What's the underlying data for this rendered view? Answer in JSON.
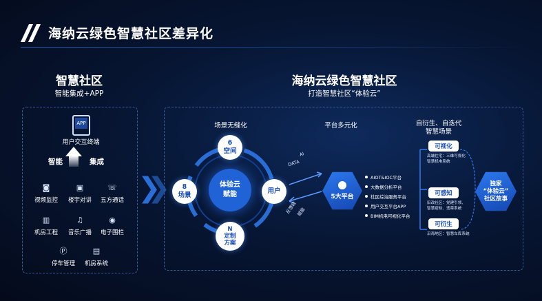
{
  "title": "海纳云绿色智慧社区差异化",
  "left": {
    "heading": "智慧社区",
    "subheading": "智能集成+APP",
    "tablet_label": "APP",
    "terminal": "用户交互终端",
    "label_left": "智能",
    "label_right": "集成",
    "items": [
      {
        "icon": "camera-icon",
        "label": "视频监控"
      },
      {
        "icon": "intercom-icon",
        "label": "楼宇对讲"
      },
      {
        "icon": "phone-icon",
        "label": "五方通话"
      },
      {
        "icon": "building-icon",
        "label": "机房工程"
      },
      {
        "icon": "speaker-icon",
        "label": "音乐广播"
      },
      {
        "icon": "fence-icon",
        "label": "电子围栏"
      },
      {
        "icon": "parking-icon",
        "label": "停车管理"
      },
      {
        "icon": "server-icon",
        "label": "机房系统"
      }
    ]
  },
  "right": {
    "heading": "海纳云绿色智慧社区",
    "subheading": "打造智慧社区“体验云”",
    "sections": [
      "场景无缝化",
      "平台多元化",
      "自衍生、自迭代\n智慧场景"
    ],
    "cycle": {
      "center": "体验云\n赋能",
      "top": "6\n空间",
      "left": "8\n场景",
      "right": "用户",
      "bottom": "N\n定制\n方案"
    },
    "flow_up": [
      "AI",
      "DATA"
    ],
    "flow_down": [
      "反馈链",
      "赋能"
    ],
    "platform": "5大平台",
    "platforms": [
      "AIOT&IOC平台",
      "大数据分析平台",
      "社区综治服务平台",
      "用户交互平台APP",
      "BIM机电可视化平台"
    ],
    "capabilities": [
      {
        "label": "可视化",
        "desc": "高端住宅：三维可视化\n智慧机电系统"
      },
      {
        "label": "可感知",
        "desc": "旧改社区：党建引领、\n智慧疫标、违章系统"
      },
      {
        "label": "可衍生",
        "desc": "沿海地区：智慧车库系统"
      }
    ],
    "story": "独家\n“体验云”\n社区故事"
  }
}
